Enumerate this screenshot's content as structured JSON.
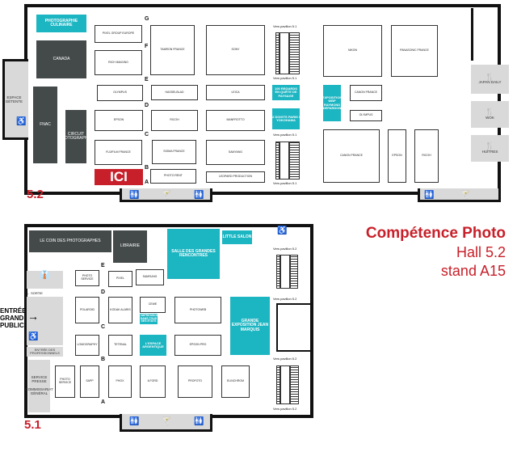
{
  "hall_52": {
    "number": "5.2",
    "espace_detente": "Espace détente",
    "row_letters": [
      "G",
      "F",
      "E",
      "D",
      "C",
      "B",
      "A"
    ],
    "feature_stands": {
      "photographie_culinaire": "Photographie culinaire",
      "canada": "Canada",
      "fnac": "FNAC",
      "circuit": "Circuit photographes",
      "ici": "ICI",
      "regards_paysage": "100 regards en quête de paysage",
      "doigts_yokohama": "2 doigts Paris / Yokohama",
      "expo_depardon": "Exposition WBP Raymond Depardon",
      "japan_daily": "Japan Daily",
      "wok": "Wok",
      "huitres": "Huîtres"
    },
    "stands": [
      "Pixel Group Europe",
      "Rich Imaging",
      "Tamron France",
      "Sony",
      "Fujifilm France",
      "Sigma France",
      "Nikon",
      "Panasonic France",
      "Canon France",
      "Olympus",
      "Hasselblad",
      "Leica",
      "Epson",
      "Ricoh",
      "Manfrotto",
      "Samyang",
      "Photo Rent",
      "Leopard Production"
    ],
    "directions": "Vers pavillon 5.1"
  },
  "hall_51": {
    "number": "5.1",
    "entree": "Entrée grand public",
    "sortie": "← Sortie",
    "entree_pros": "Entrée des professionnels",
    "service_presse": "Service presse",
    "commissariat": "Commissariat général",
    "row_letters": [
      "E",
      "D",
      "C",
      "B",
      "A"
    ],
    "feature_stands": {
      "coin_photographes": "Le coin des photographes",
      "librairie": "Librairie",
      "salle_rencontres": "Salle des grandes rencontres",
      "little_salon": "Little salon",
      "expo_marquis": "Grande exposition Jean Marquis",
      "impression": "L'impression dans tous ses états",
      "argentique": "L'espace argentique"
    },
    "stands": [
      "Photo Service",
      "Pixel",
      "Samsung",
      "Polaroid",
      "Kodak Alaris",
      "Cewe",
      "Photoweb",
      "Lomography",
      "Tetenal",
      "Sapp",
      "Phox",
      "Ilford",
      "Profoto",
      "Elinchrom",
      "Epson Pro"
    ],
    "directions": "Vers pavillon 5.2"
  },
  "promo": {
    "title": "Compétence Photo",
    "hall": "Hall 5.2",
    "stand": "stand A15"
  },
  "colors": {
    "accent_red": "#c8202a",
    "cyan": "#1cb5c2",
    "dark": "#444a4a"
  }
}
